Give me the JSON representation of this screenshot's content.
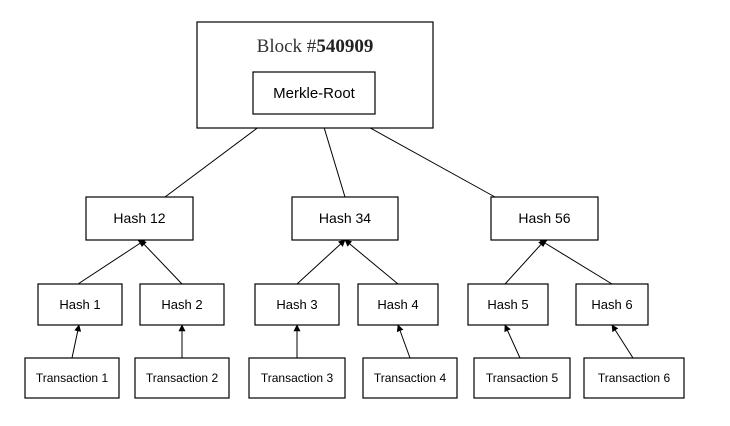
{
  "block": {
    "title_prefix": "Block #",
    "number": "540909",
    "merkle_root": "Merkle-Root"
  },
  "hashes_level2": [
    "Hash 12",
    "Hash 34",
    "Hash 56"
  ],
  "hashes_level1": [
    "Hash 1",
    "Hash 2",
    "Hash 3",
    "Hash 4",
    "Hash 5",
    "Hash 6"
  ],
  "transactions": [
    "Transaction 1",
    "Transaction 2",
    "Transaction 3",
    "Transaction 4",
    "Transaction 5",
    "Transaction 6"
  ],
  "colors": {
    "line": "#000000",
    "box_fill": "#ffffff",
    "title_text": "#333333"
  }
}
